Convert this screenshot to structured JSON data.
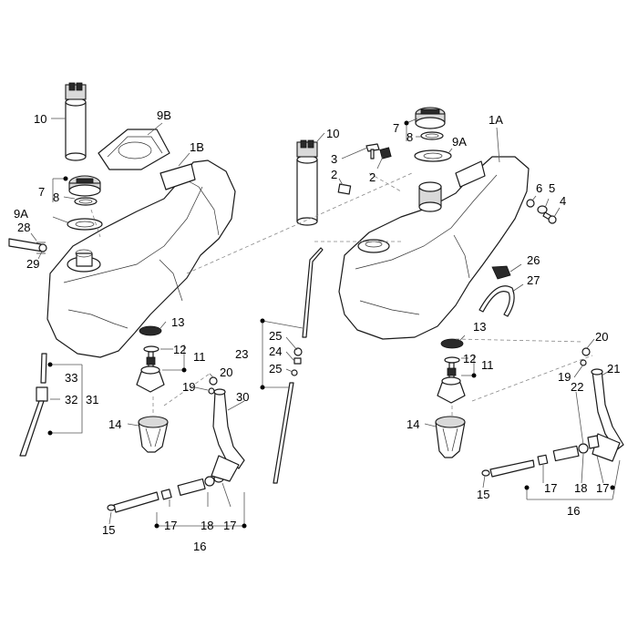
{
  "callouts": {
    "c10a": "10",
    "c9B": "9B",
    "c1B": "1B",
    "c7a": "7",
    "c8a": "8",
    "c9Aa": "9A",
    "c28": "28",
    "c29": "29",
    "c13a": "13",
    "c12a": "12",
    "c11a": "11",
    "c33": "33",
    "c32": "32",
    "c31": "31",
    "c14a": "14",
    "c20a": "20",
    "c19a": "19",
    "c30": "30",
    "c15a": "15",
    "c17a": "17",
    "c18a": "18",
    "c17b": "17",
    "c16a": "16",
    "c23": "23",
    "c24": "24",
    "c25a": "25",
    "c25b": "25",
    "c10b": "10",
    "c3": "3",
    "c2a": "2",
    "c2b": "2",
    "c7b": "7",
    "c8b": "8",
    "c9Ab": "9A",
    "c1A": "1A",
    "c6": "6",
    "c5": "5",
    "c4": "4",
    "c26": "26",
    "c27": "27",
    "c13b": "13",
    "c12b": "12",
    "c11b": "11",
    "c14b": "14",
    "c20b": "20",
    "c19b": "19",
    "c21": "21",
    "c22": "22",
    "c15b": "15",
    "c17c": "17",
    "c18b": "18",
    "c17d": "17",
    "c16b": "16"
  }
}
